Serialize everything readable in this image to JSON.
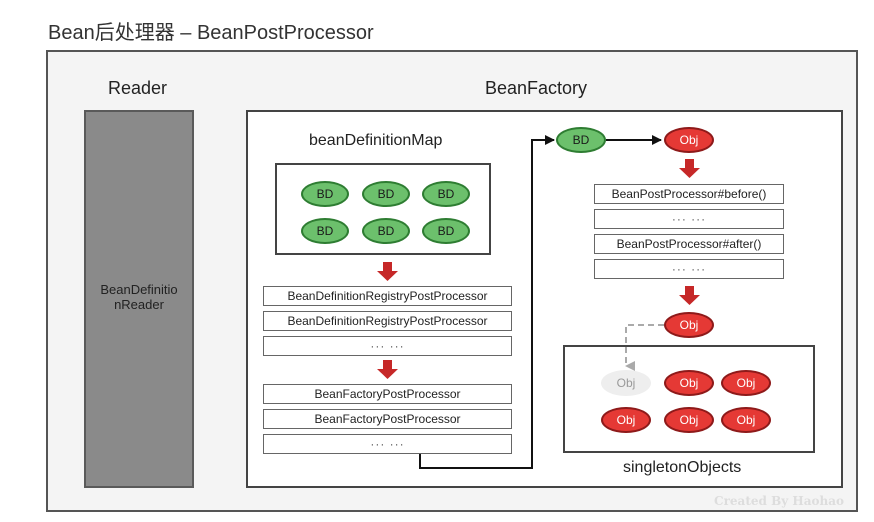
{
  "title": "Bean后处理器 – BeanPostProcessor",
  "reader": {
    "heading": "Reader",
    "box_label": "BeanDefinitio\nnReader"
  },
  "factory": {
    "heading": "BeanFactory",
    "map_label": "beanDefinitionMap",
    "bd_items": [
      "BD",
      "BD",
      "BD",
      "BD",
      "BD",
      "BD"
    ],
    "factory_rows_1": [
      "BeanDefinitionRegistryPostProcessor",
      "BeanDefinitionRegistryPostProcessor",
      "··· ···"
    ],
    "factory_rows_2": [
      "BeanFactoryPostProcessor",
      "BeanFactoryPostProcessor",
      "··· ···"
    ],
    "flow_bd": "BD",
    "flow_obj": "Obj",
    "bpp_rows": [
      "BeanPostProcessor#before()",
      "··· ···",
      "BeanPostProcessor#after()",
      "··· ···"
    ],
    "result_obj": "Obj",
    "singleton_label": "singletonObjects",
    "singleton_items": [
      "Obj",
      "Obj",
      "Obj",
      "Obj",
      "Obj",
      "Obj"
    ]
  },
  "watermark": "Created By Haohao",
  "colors": {
    "bd_fill": "#6cc06c",
    "obj_fill": "#e53935",
    "arrow_red": "#c62828",
    "reader_fill": "#8a8a8a"
  }
}
